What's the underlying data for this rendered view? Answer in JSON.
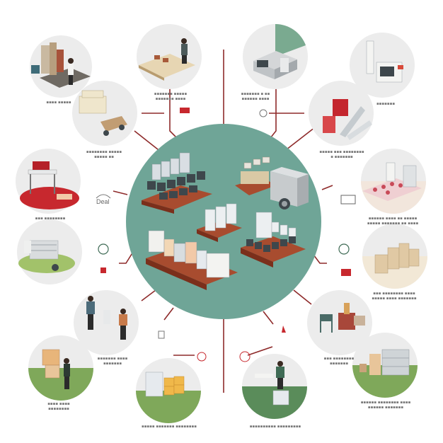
{
  "diagram": {
    "center_title": "",
    "accent_colors": {
      "teal": "#6fa597",
      "teal_dark": "#4f8a7c",
      "line": "#8e2a2a",
      "grass": "#5a9a3a",
      "bubble": "#ececec"
    },
    "nodes": [
      {
        "id": "warehouse-worker",
        "label_line1": "▪▪▪▪ ▪▪▪▪▪",
        "label_line2": ""
      },
      {
        "id": "packing-station",
        "label_line1": "▪▪▪▪▪▪▪ ▪▪▪▪▪",
        "label_line2": "▪▪▪▪▪▪▪ ▪▪▪▪"
      },
      {
        "id": "server-room",
        "label_line1": "▪▪▪▪▪▪▪ ▪ ▪▪",
        "label_line2": "▪▪▪▪▪▪ ▪▪▪▪"
      },
      {
        "id": "machine-unit",
        "label_line1": "▪▪▪▪▪▪▪",
        "label_line2": ""
      },
      {
        "id": "cart-boxes",
        "label_line1": "▪▪▪▪▪▪▪▪ ▪▪▪▪▪",
        "label_line2": "▪▪▪▪▪ ▪▪"
      },
      {
        "id": "robot-arm",
        "label_line1": "▪▪▪▪▪ ▪▪▪ ▪▪▪▪▪▪▪▪",
        "label_line2": "▪ ▪▪▪▪▪▪▪"
      },
      {
        "id": "red-table",
        "label_line1": "▪▪▪ ▪▪▪▪▪▪▪▪",
        "label_line2": ""
      },
      {
        "id": "conveyor",
        "label_line1": "▪▪▪▪▪▪ ▪▪▪▪ ▪▪ ▪▪▪▪▪",
        "label_line2": "▪▪▪▪▪ ▪▪▪▪▪▪▪ ▪▪ ▪▪▪▪"
      },
      {
        "id": "trolley",
        "label_line1": "",
        "label_line2": ""
      },
      {
        "id": "beige-stacks",
        "label_line1": "▪▪▪ ▪▪▪▪▪▪▪▪ ▪▪▪▪",
        "label_line2": "▪▪▪▪▪ ▪▪▪▪ ▪▪▪▪▪▪▪"
      },
      {
        "id": "two-workers",
        "label_line1": "▪▪▪▪▪▪▪ ▪▪▪▪",
        "label_line2": "▪▪▪▪▪▪▪"
      },
      {
        "id": "chair-boxes",
        "label_line1": "▪▪▪ ▪▪▪▪▪▪▪▪",
        "label_line2": "▪▪▪▪▪▪▪"
      },
      {
        "id": "outdoor-boxes",
        "label_line1": "▪▪▪▪ ▪▪▪▪",
        "label_line2": "▪▪▪▪▪▪▪▪"
      },
      {
        "id": "crates",
        "label_line1": "▪▪▪▪▪ ▪▪▪▪▪▪▪ ▪▪▪▪▪▪▪▪",
        "label_line2": ""
      },
      {
        "id": "gardener",
        "label_line1": "▪▪▪▪▪▪▪▪▪▪ ▪▪▪▪▪▪▪▪▪",
        "label_line2": ""
      },
      {
        "id": "container-yard",
        "label_line1": "▪▪▪▪▪▪ ▪▪▪▪▪▪▪▪ ▪▪▪▪",
        "label_line2": "▪▪▪▪▪▪ ▪▪▪▪▪▪▪"
      }
    ],
    "small_badges": [
      {
        "id": "deal-logo",
        "text": "Deal"
      }
    ]
  }
}
